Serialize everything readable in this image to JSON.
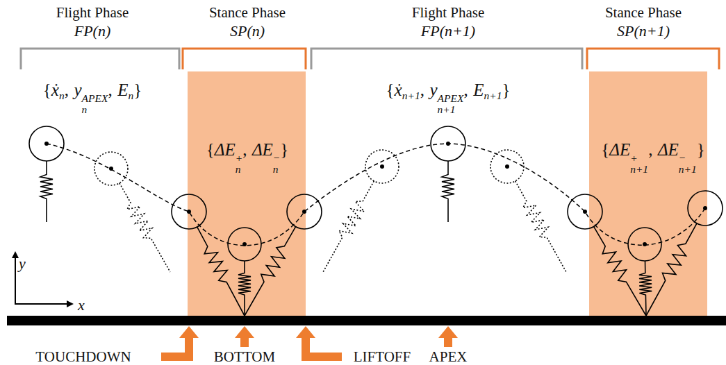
{
  "diagram": {
    "labels": [
      "Flight Phase",
      "FP(n)",
      "Stance Phase",
      "SP(n)",
      "Flight Phase",
      "FP(n+1)",
      "Stance Phase",
      "SP(n+1)",
      "{",
      "ẋ",
      "n",
      ",",
      "y",
      "APEX",
      "n",
      ",",
      "E",
      "n",
      "}",
      "{",
      "ẋ",
      "n+1",
      ",",
      "y",
      "APEX",
      "n+1",
      ",",
      "E",
      "n+1",
      "}",
      "{",
      "ΔE",
      "+",
      "n",
      ",",
      "ΔE",
      "−",
      "n",
      "}",
      "{",
      "ΔE",
      "+",
      "n+1",
      ",",
      "ΔE",
      "−",
      "n+1",
      "}",
      "y",
      "x",
      "TOUCHDOWN",
      "BOTTOM",
      "LIFTOFF",
      "APEX"
    ]
  }
}
